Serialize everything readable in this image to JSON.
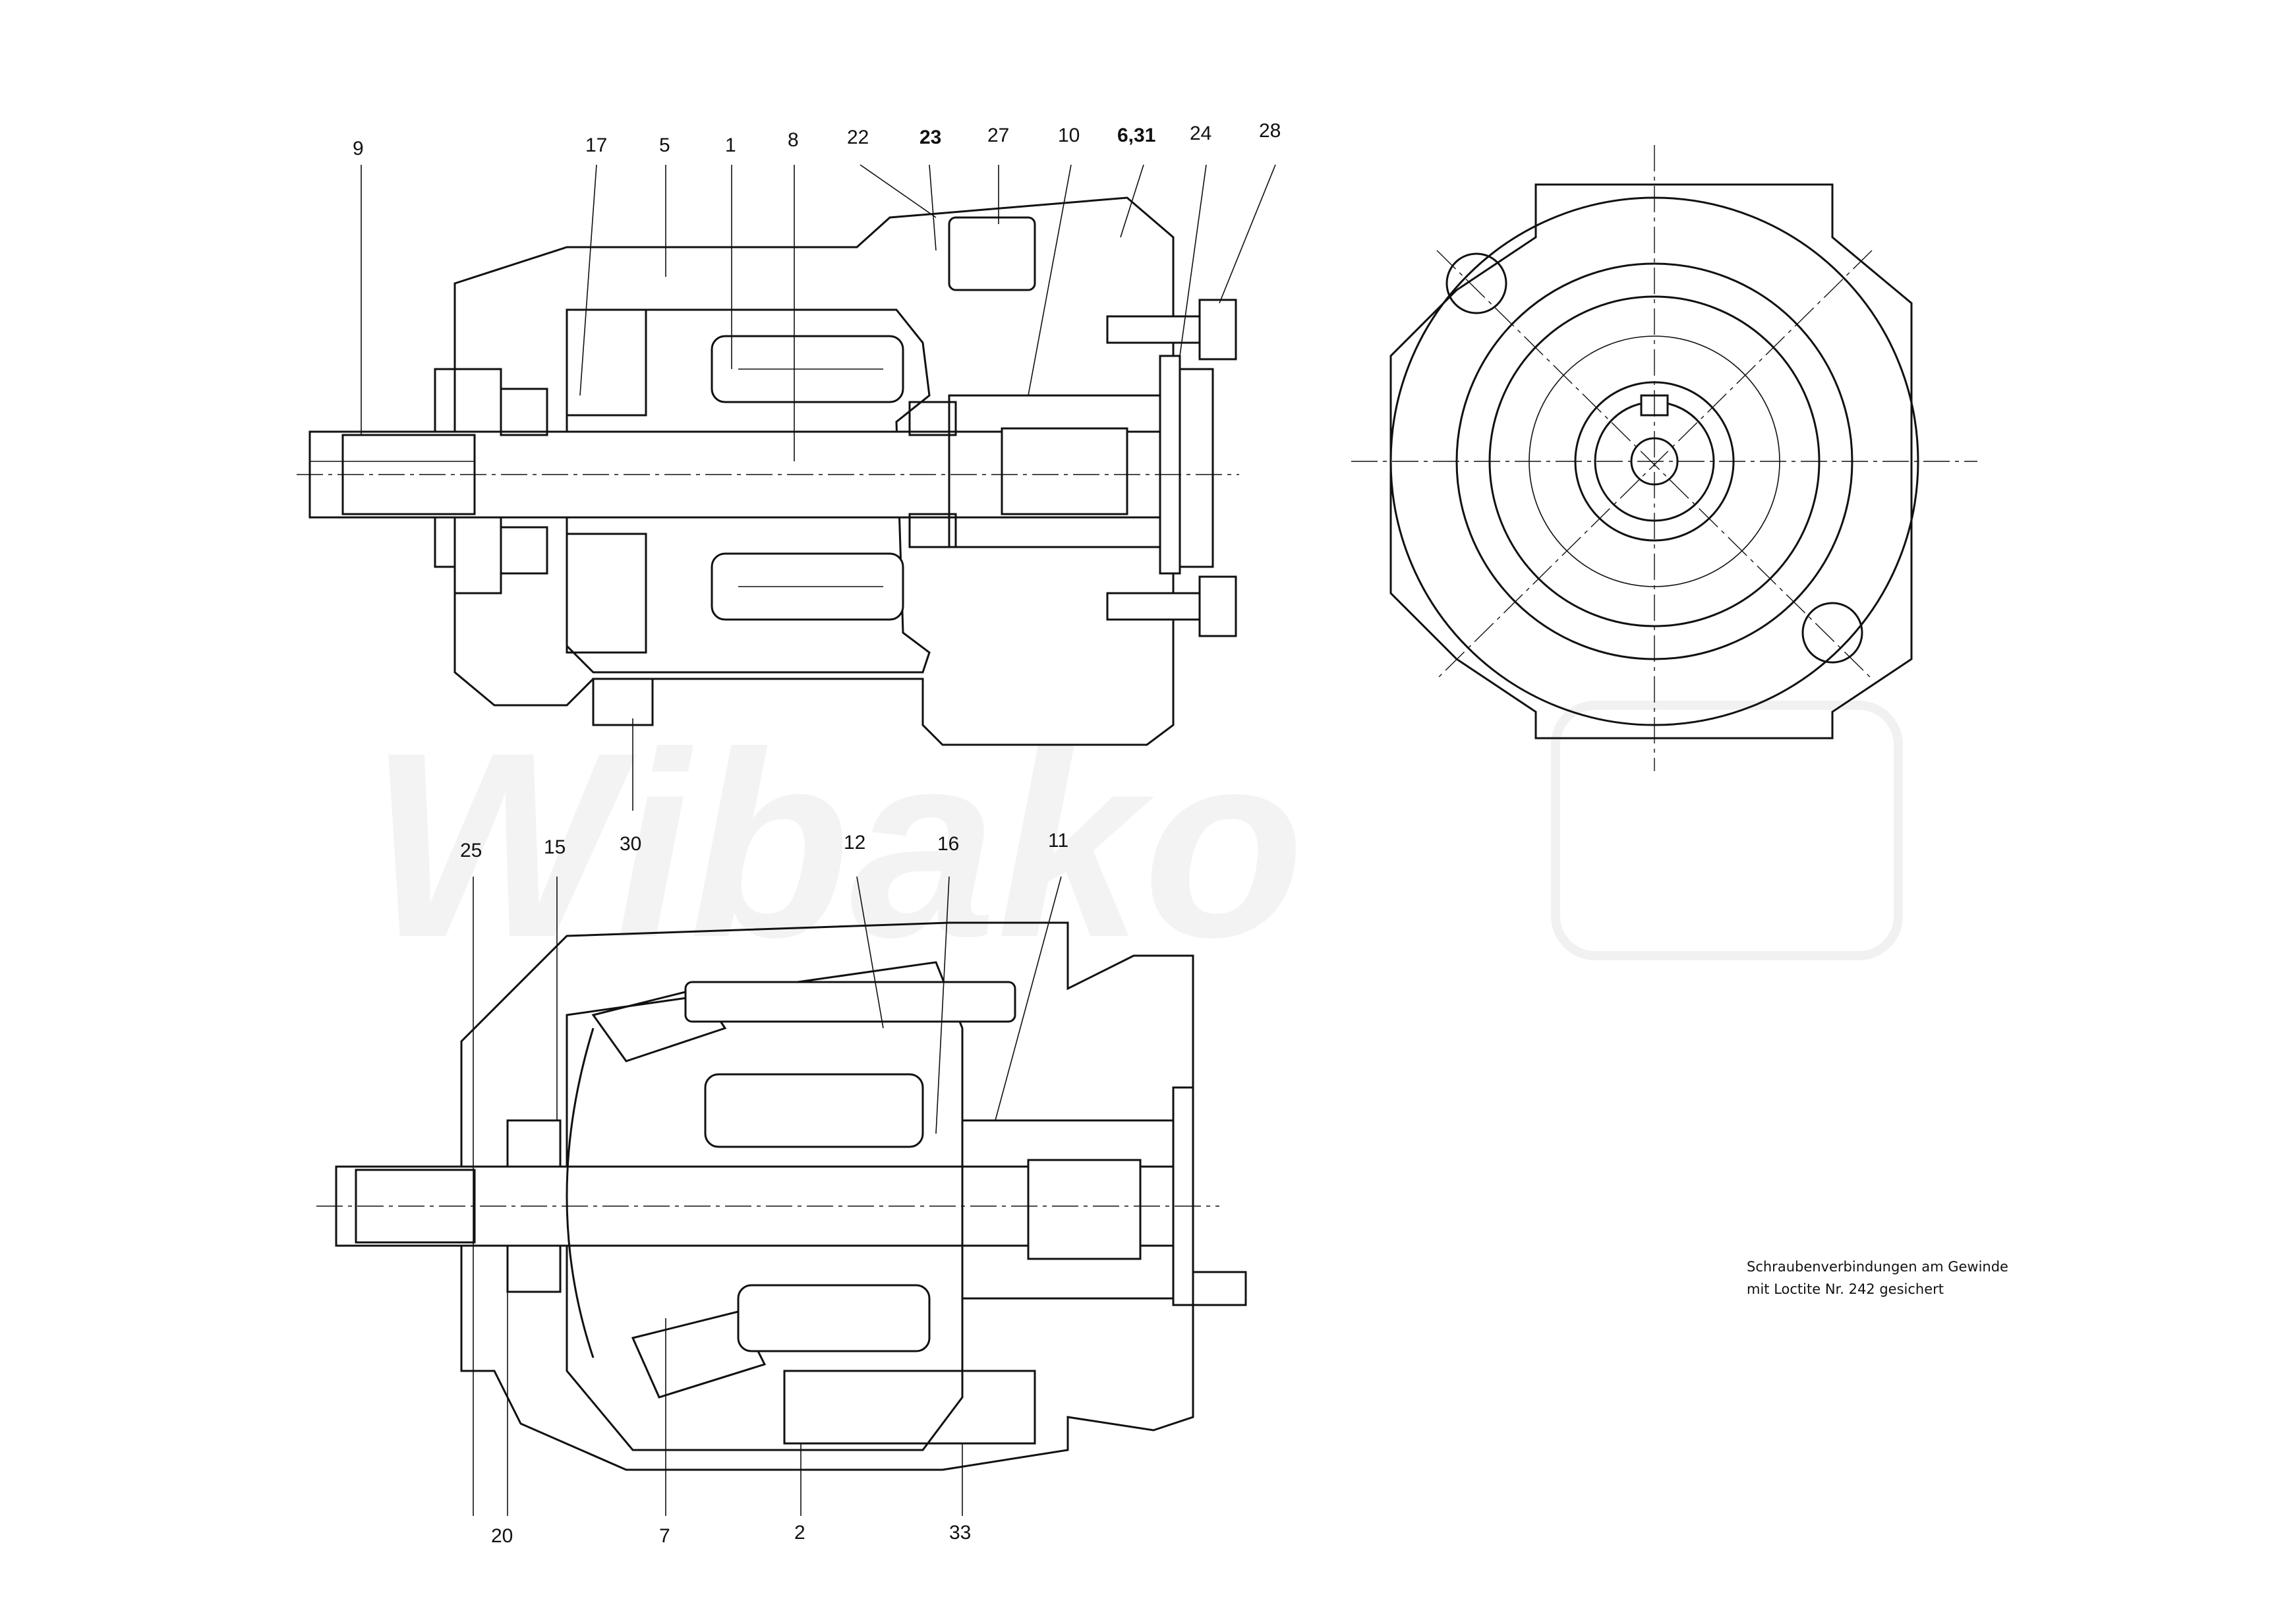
{
  "callouts_top": [
    "9",
    "17",
    "5",
    "1",
    "8",
    "22",
    "23",
    "27",
    "10",
    "6,31",
    "24",
    "28",
    "30"
  ],
  "callouts_bottom": [
    "25",
    "15",
    "12",
    "16",
    "11",
    "20",
    "7",
    "2",
    "33"
  ],
  "note": {
    "line1": "Schraubenverbindungen am Gewinde",
    "line2": "mit Loctite Nr. 242 gesichert"
  },
  "watermark": "Wibako",
  "colors": {
    "line": "#111111",
    "background": "#ffffff",
    "watermark": "#f3f3f3"
  }
}
